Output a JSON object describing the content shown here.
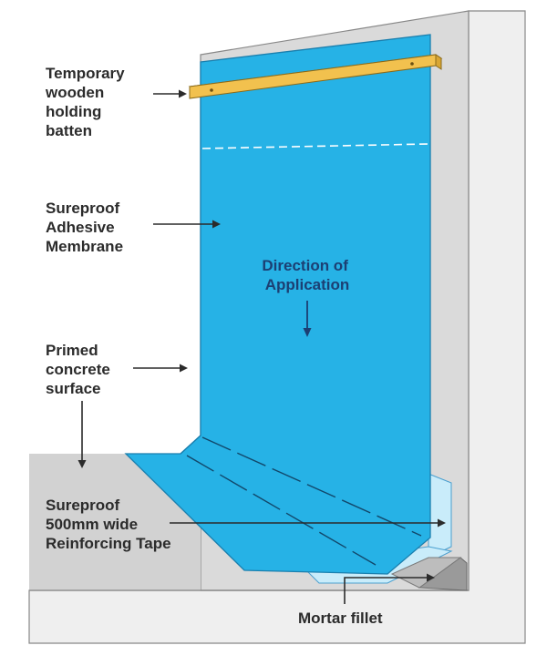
{
  "labels": {
    "batten": [
      "Temporary",
      "wooden",
      "holding",
      "batten"
    ],
    "membrane": [
      "Sureproof",
      "Adhesive",
      "Membrane"
    ],
    "direction": [
      "Direction of",
      "Application"
    ],
    "concrete": [
      "Primed",
      "concrete",
      "surface"
    ],
    "tape": [
      "Sureproof",
      "500mm wide",
      "Reinforcing Tape"
    ],
    "fillet": [
      "Mortar fillet"
    ]
  },
  "colors": {
    "membrane": "#26b2e6",
    "membrane_light": "#c9ecfa",
    "wall_face": "#d9d9d9",
    "wall_side": "#e6e6e6",
    "floor": "#d4d4d4",
    "batten": "#f2c14e",
    "fillet": "#9a9a9a",
    "text": "#2b2b2b",
    "inner_text": "#1c3f73"
  }
}
